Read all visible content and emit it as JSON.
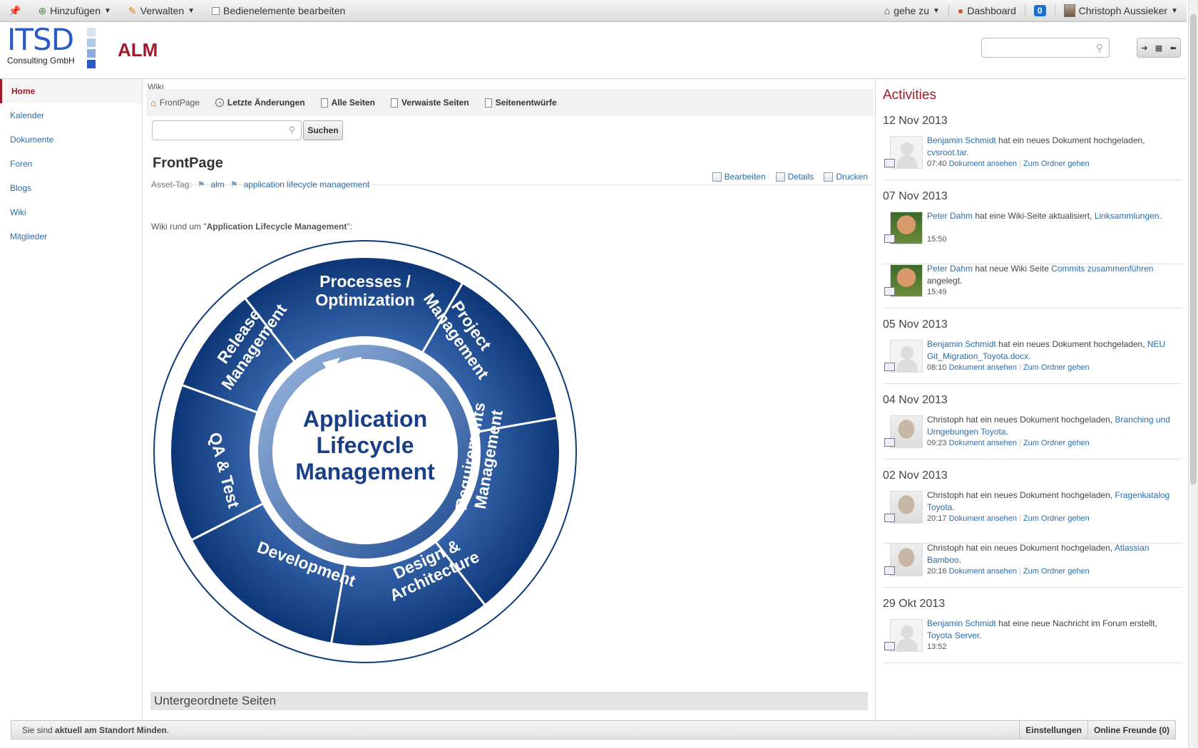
{
  "dockbar": {
    "add": "Hinzufügen",
    "manage": "Verwalten",
    "edit_controls": "Bedienelemente bearbeiten",
    "goto": "gehe zu",
    "dashboard": "Dashboard",
    "notifications": "0",
    "user": "Christoph Aussieker"
  },
  "header": {
    "logo_text": "ITSD",
    "logo_sub": "Consulting GmbH",
    "site_title": "ALM"
  },
  "colors": {
    "accent": "#9c1a2a",
    "link": "#2a6dac",
    "diagram_dark": "#0d3a7a"
  },
  "leftnav": {
    "items": [
      {
        "label": "Home"
      },
      {
        "label": "Kalender"
      },
      {
        "label": "Dokumente"
      },
      {
        "label": "Foren"
      },
      {
        "label": "Blogs"
      },
      {
        "label": "Wiki"
      },
      {
        "label": "Mitglieder"
      }
    ]
  },
  "wiki": {
    "crumb": "Wiki",
    "nav": [
      "FrontPage",
      "Letzte Änderungen",
      "Alle Seiten",
      "Verwaiste Seiten",
      "Seitenentwürfe"
    ],
    "search_button": "Suchen",
    "page_title": "FrontPage",
    "asset_tag_label": "Asset-Tag:",
    "tags": [
      "alm",
      "application lifecycle management"
    ],
    "actions": [
      "Bearbeiten",
      "Details",
      "Drucken"
    ],
    "intro_prefix": "Wiki rund um \"",
    "intro_bold": "Application Lifecycle Management",
    "intro_suffix": "\":",
    "subpages": "Untergeordnete Seiten"
  },
  "diagram": {
    "center": [
      "Application",
      "Lifecycle",
      "Management"
    ],
    "segments": [
      [
        "Processes /",
        "Optimization"
      ],
      [
        "Project",
        "Management"
      ],
      [
        "Requirements",
        "Management"
      ],
      [
        "Design &",
        "Architecture"
      ],
      [
        "Development"
      ],
      [
        "QA & Test"
      ],
      [
        "Release",
        "Management"
      ]
    ]
  },
  "activities": {
    "title": "Activities",
    "groups": [
      {
        "date": "12 Nov 2013",
        "entries": [
          {
            "avatar": "blank",
            "user": "Benjamin Schmidt",
            "text": " hat ein neues Dokument hochgeladen, ",
            "target": "cvsroot.tar",
            "tail": ".",
            "time": "07:40",
            "links": [
              "Dokument ansehen",
              "Zum Ordner gehen"
            ]
          }
        ]
      },
      {
        "date": "07 Nov 2013",
        "entries": [
          {
            "avatar": "peter",
            "user": "Peter Dahm",
            "text": " hat eine Wiki-Seite aktualisiert, ",
            "target": "Linksammlungen",
            "tail": ".",
            "time": "15:50",
            "links": []
          },
          {
            "avatar": "peter",
            "user": "Peter Dahm",
            "text": " hat neue Wiki Seite ",
            "target": "Commits zusammenführen",
            "tail": " angelegt.",
            "time": "15:49",
            "links": []
          }
        ]
      },
      {
        "date": "05 Nov 2013",
        "entries": [
          {
            "avatar": "blank",
            "user": "Benjamin Schmidt",
            "text": " hat ein neues Dokument hochgeladen, ",
            "target": "NEU Git_Migration_Toyota.docx",
            "tail": ".",
            "time": "08:10",
            "links": [
              "Dokument ansehen",
              "Zum Ordner gehen"
            ]
          }
        ]
      },
      {
        "date": "04 Nov 2013",
        "entries": [
          {
            "avatar": "christoph",
            "user": "",
            "text": "Christoph hat ein neues Dokument hochgeladen, ",
            "target": "Branching und Umgebungen Toyota",
            "tail": ".",
            "time": "09:23",
            "links": [
              "Dokument ansehen",
              "Zum Ordner gehen"
            ]
          }
        ]
      },
      {
        "date": "02 Nov 2013",
        "entries": [
          {
            "avatar": "christoph",
            "user": "",
            "text": "Christoph hat ein neues Dokument hochgeladen, ",
            "target": "Fragenkatalog Toyota",
            "tail": ".",
            "time": "20:17",
            "links": [
              "Dokument ansehen",
              "Zum Ordner gehen"
            ]
          },
          {
            "avatar": "christoph",
            "user": "",
            "text": "Christoph hat ein neues Dokument hochgeladen, ",
            "target": "Atlassian Bamboo",
            "tail": ".",
            "time": "20:16",
            "links": [
              "Dokument ansehen",
              "Zum Ordner gehen"
            ]
          }
        ]
      },
      {
        "date": "29 Okt 2013",
        "entries": [
          {
            "avatar": "blank",
            "user": "Benjamin Schmidt",
            "text": " hat eine neue Nachricht im Forum erstellt, ",
            "target": "Toyota Server",
            "tail": ".",
            "time": "13:52",
            "links": []
          }
        ]
      }
    ]
  },
  "footer": {
    "status_prefix": "Sie sind ",
    "status_bold": "aktuell am Standort Minden",
    "status_suffix": ".",
    "settings": "Einstellungen",
    "friends": "Online Freunde (0)"
  }
}
